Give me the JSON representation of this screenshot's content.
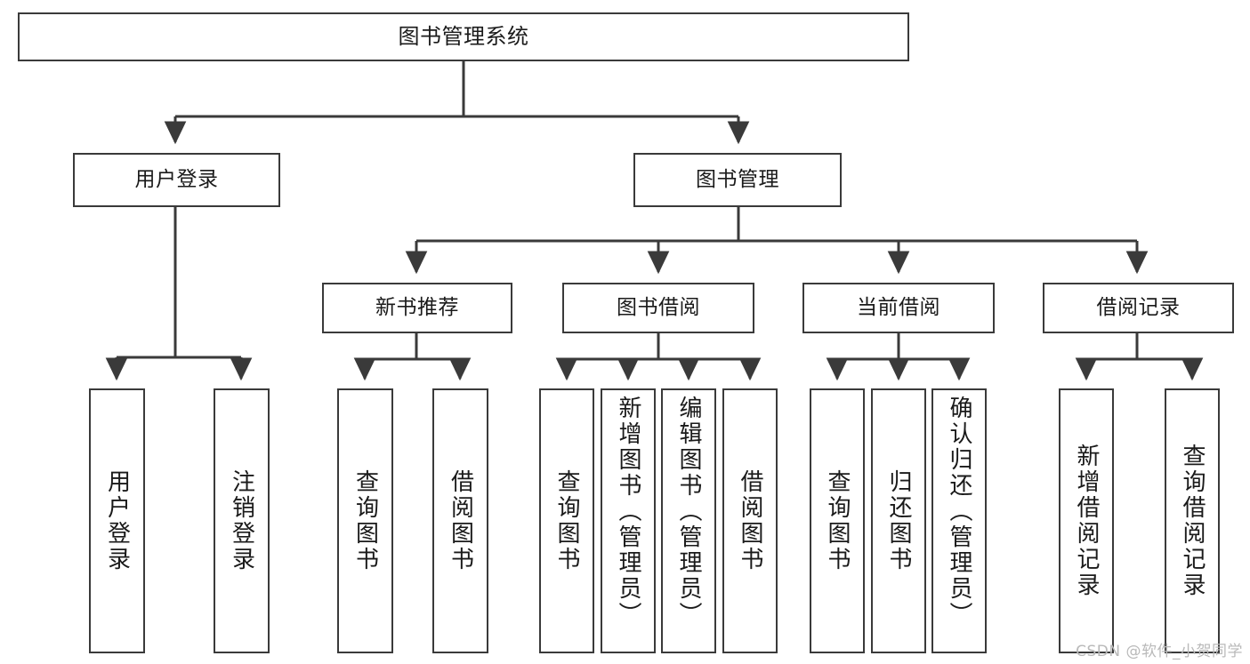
{
  "diagram": {
    "title": "图书管理系统",
    "type": "tree-hierarchy-chart",
    "watermark": "CSDN @软件_小贺同学",
    "colors": {
      "box_border": "#3a3a3a",
      "box_fill": "#ffffff",
      "edge": "#3a3a3a",
      "text": "#1a1a1a",
      "watermark": "#b9b9b9",
      "background": "#ffffff"
    }
  },
  "nodes": {
    "root": {
      "label": "图书管理系统"
    },
    "level2": [
      {
        "id": "user-login",
        "label": "用户登录"
      },
      {
        "id": "book-management",
        "label": "图书管理"
      }
    ],
    "level3": [
      {
        "id": "new-book-recommend",
        "label": "新书推荐"
      },
      {
        "id": "book-borrow",
        "label": "图书借阅"
      },
      {
        "id": "current-borrow",
        "label": "当前借阅"
      },
      {
        "id": "borrow-record",
        "label": "借阅记录"
      }
    ],
    "leaves": {
      "user_login": [
        {
          "id": "leaf-user-login",
          "label": "用户登录"
        },
        {
          "id": "leaf-logout-login",
          "label": "注销登录"
        }
      ],
      "new_book_recommend": [
        {
          "id": "leaf-query-book-1",
          "label": "查询图书"
        },
        {
          "id": "leaf-borrow-book-1",
          "label": "借阅图书"
        }
      ],
      "book_borrow": [
        {
          "id": "leaf-query-book-2",
          "label": "查询图书"
        },
        {
          "id": "leaf-add-book",
          "label": "新增图书（管理员）"
        },
        {
          "id": "leaf-edit-book",
          "label": "编辑图书（管理员）"
        },
        {
          "id": "leaf-borrow-book-2",
          "label": "借阅图书"
        }
      ],
      "current_borrow": [
        {
          "id": "leaf-query-book-3",
          "label": "查询图书"
        },
        {
          "id": "leaf-return-book",
          "label": "归还图书"
        },
        {
          "id": "leaf-confirm-return",
          "label": "确认归还（管理员）"
        }
      ],
      "borrow_record": [
        {
          "id": "leaf-add-record",
          "label": "新增借阅记录"
        },
        {
          "id": "leaf-query-record",
          "label": "查询借阅记录"
        }
      ]
    }
  }
}
